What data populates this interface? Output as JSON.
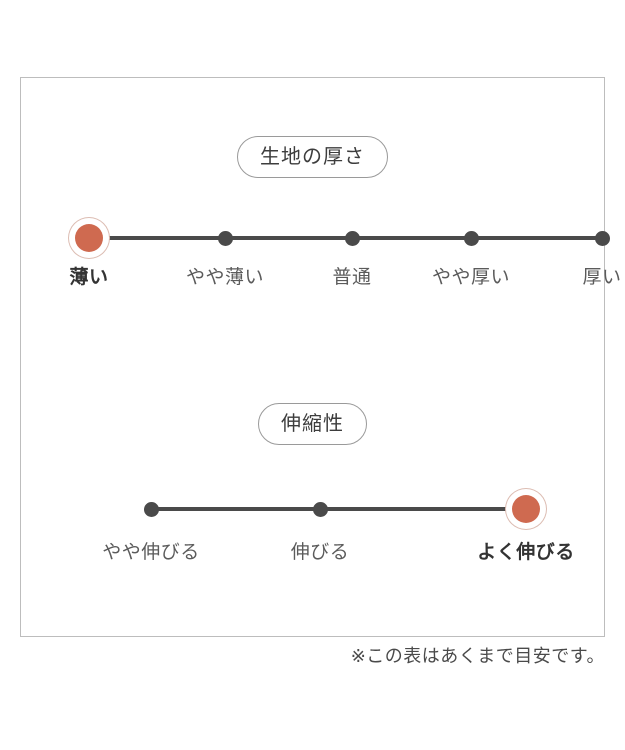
{
  "sections": [
    {
      "id": "fabric-thickness",
      "title": "生地の厚さ",
      "scale": {
        "type": "ordinal-scale",
        "points": [
          "薄い",
          "やや薄い",
          "普通",
          "やや厚い",
          "厚い"
        ],
        "selected_index": 0,
        "selected_label": "薄い"
      }
    },
    {
      "id": "stretchiness",
      "title": "伸縮性",
      "scale": {
        "type": "ordinal-scale",
        "points": [
          "やや伸びる",
          "伸びる",
          "よく伸びる"
        ],
        "selected_index": 2,
        "selected_label": "よく伸びる"
      }
    }
  ],
  "footnote": "※この表はあくまで目安です。",
  "colors": {
    "active_dot": "#cf6a50",
    "active_ring": "#dcbcb2",
    "inactive_dot": "#4a4a4a",
    "line": "#4a4a4a",
    "panel_border": "#bdbdbd",
    "pill_border": "#9a9a9a",
    "label_text": "#5b5b5b",
    "selected_label_text": "#333333"
  }
}
